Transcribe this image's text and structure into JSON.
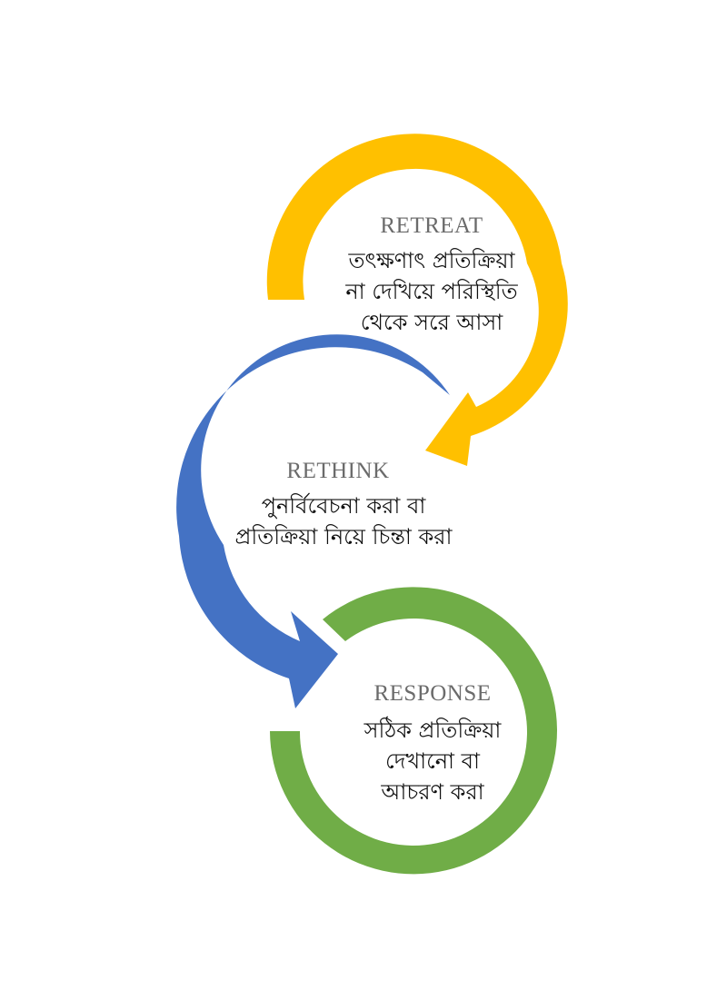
{
  "steps": [
    {
      "title": "RETREAT",
      "lines": [
        "তৎক্ষণাৎ প্রতিক্রিয়া",
        "না দেখিয়ে পরিস্থিতি",
        "থেকে সরে আসা"
      ],
      "color": "#FFC000"
    },
    {
      "title": "RETHINK",
      "lines": [
        "পুনর্বিবেচনা করা বা",
        "প্রতিক্রিয়া নিয়ে চিন্তা করা"
      ],
      "color": "#4472C4"
    },
    {
      "title": "RESPONSE",
      "lines": [
        "সঠিক প্রতিক্রিয়া",
        "দেখানো বা",
        "আচরণ করা"
      ],
      "color": "#70AD47"
    }
  ]
}
